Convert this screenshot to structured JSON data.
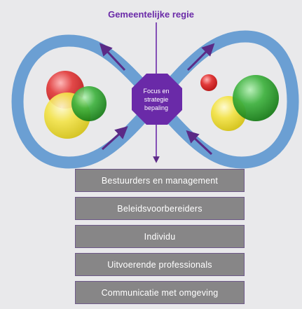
{
  "title": "Gemeentelijke regie",
  "center_label": [
    "Focus en",
    "strategie",
    "bepaling"
  ],
  "bars": [
    "Bestuurders en management",
    "Beleidsvoorbereiders",
    "Individu",
    "Uitvoerende professionals",
    "Communicatie met omgeving"
  ],
  "colors": {
    "title": "#6a2aa8",
    "loop": "#6b9fd3",
    "octagon": "#6a2aa8",
    "arrow": "#5b2a86",
    "bar": "#878687"
  }
}
